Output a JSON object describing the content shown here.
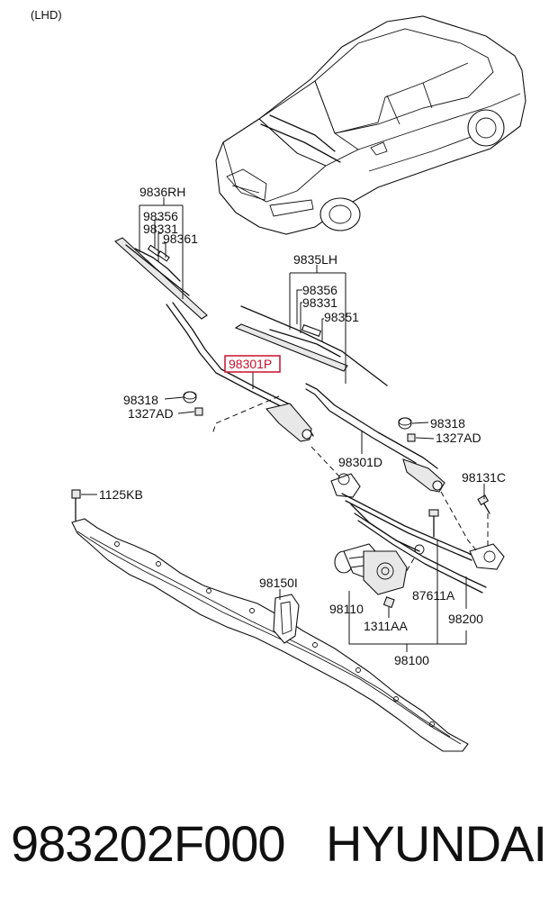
{
  "header": {
    "drive_side": "(LHD)"
  },
  "callouts": {
    "rh_blade_assy": "9836RH",
    "rh_refill": "98356",
    "rh_bracket": "98331",
    "rh_clip": "98361",
    "lh_blade_assy": "9835LH",
    "lh_refill": "98356",
    "lh_bracket": "98331",
    "lh_clip": "98351",
    "arm_rh": "98301P",
    "cap_rh": "98318",
    "nut_rh": "1327AD",
    "cap_lh": "98318",
    "nut_lh": "1327AD",
    "arm_lh": "98301D",
    "linkage_bolt": "98131C",
    "bolt": "1125KB",
    "cowl_bracket": "98150I",
    "motor": "98110",
    "grommet": "87611A",
    "linkage": "98200",
    "motor_bolt": "1311AA",
    "motor_linkage_assy": "98100"
  },
  "highlight_color": "#c8102e",
  "footer": {
    "part_number": "983202F000",
    "brand": "HYUNDAI"
  }
}
